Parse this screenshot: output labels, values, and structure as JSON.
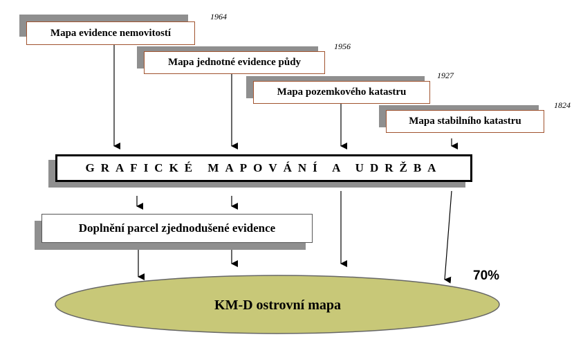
{
  "sources": [
    {
      "label": "Mapa  evidence  nemovitostí",
      "year": "1964"
    },
    {
      "label": "Mapa  jednotné evidence půdy",
      "year": "1956"
    },
    {
      "label": "Mapa  pozemkového  katastru",
      "year": "1927"
    },
    {
      "label": "Mapa  stabilního  katastru",
      "year": "1824"
    }
  ],
  "banner": {
    "label": "GRAFICKÉ  MAPOVÁNÍ A UDRŽBA"
  },
  "supplement": {
    "label": "Doplnění parcel zjednodušené  evidence"
  },
  "result": {
    "label": "KM-D  ostrovní mapa",
    "percent": "70%"
  },
  "colors": {
    "box_border": "#a0522d",
    "shadow": "#8f8f8f",
    "ellipse_fill": "#c8c878",
    "ellipse_stroke": "#666666"
  }
}
